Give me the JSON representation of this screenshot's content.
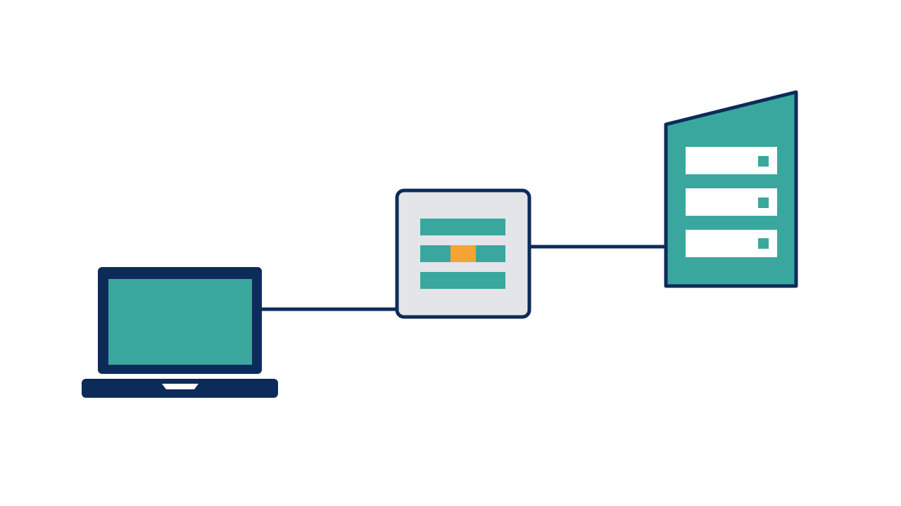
{
  "diagram": {
    "nodes": [
      {
        "id": "client",
        "kind": "laptop",
        "icon": "laptop-icon"
      },
      {
        "id": "middlebox",
        "kind": "gateway",
        "icon": "gateway-icon",
        "highlight_slot": "middle-row"
      },
      {
        "id": "backend",
        "kind": "server-rack",
        "icon": "server-rack-icon",
        "units": 3
      }
    ],
    "edges": [
      {
        "from": "client",
        "to": "middlebox"
      },
      {
        "from": "middlebox",
        "to": "backend"
      }
    ]
  },
  "colors": {
    "outline": "#0d2b5a",
    "teal": "#3aa79f",
    "panel": "#e3e5e8",
    "accent": "#f5a334",
    "white": "#ffffff",
    "background": "#ffffff"
  }
}
